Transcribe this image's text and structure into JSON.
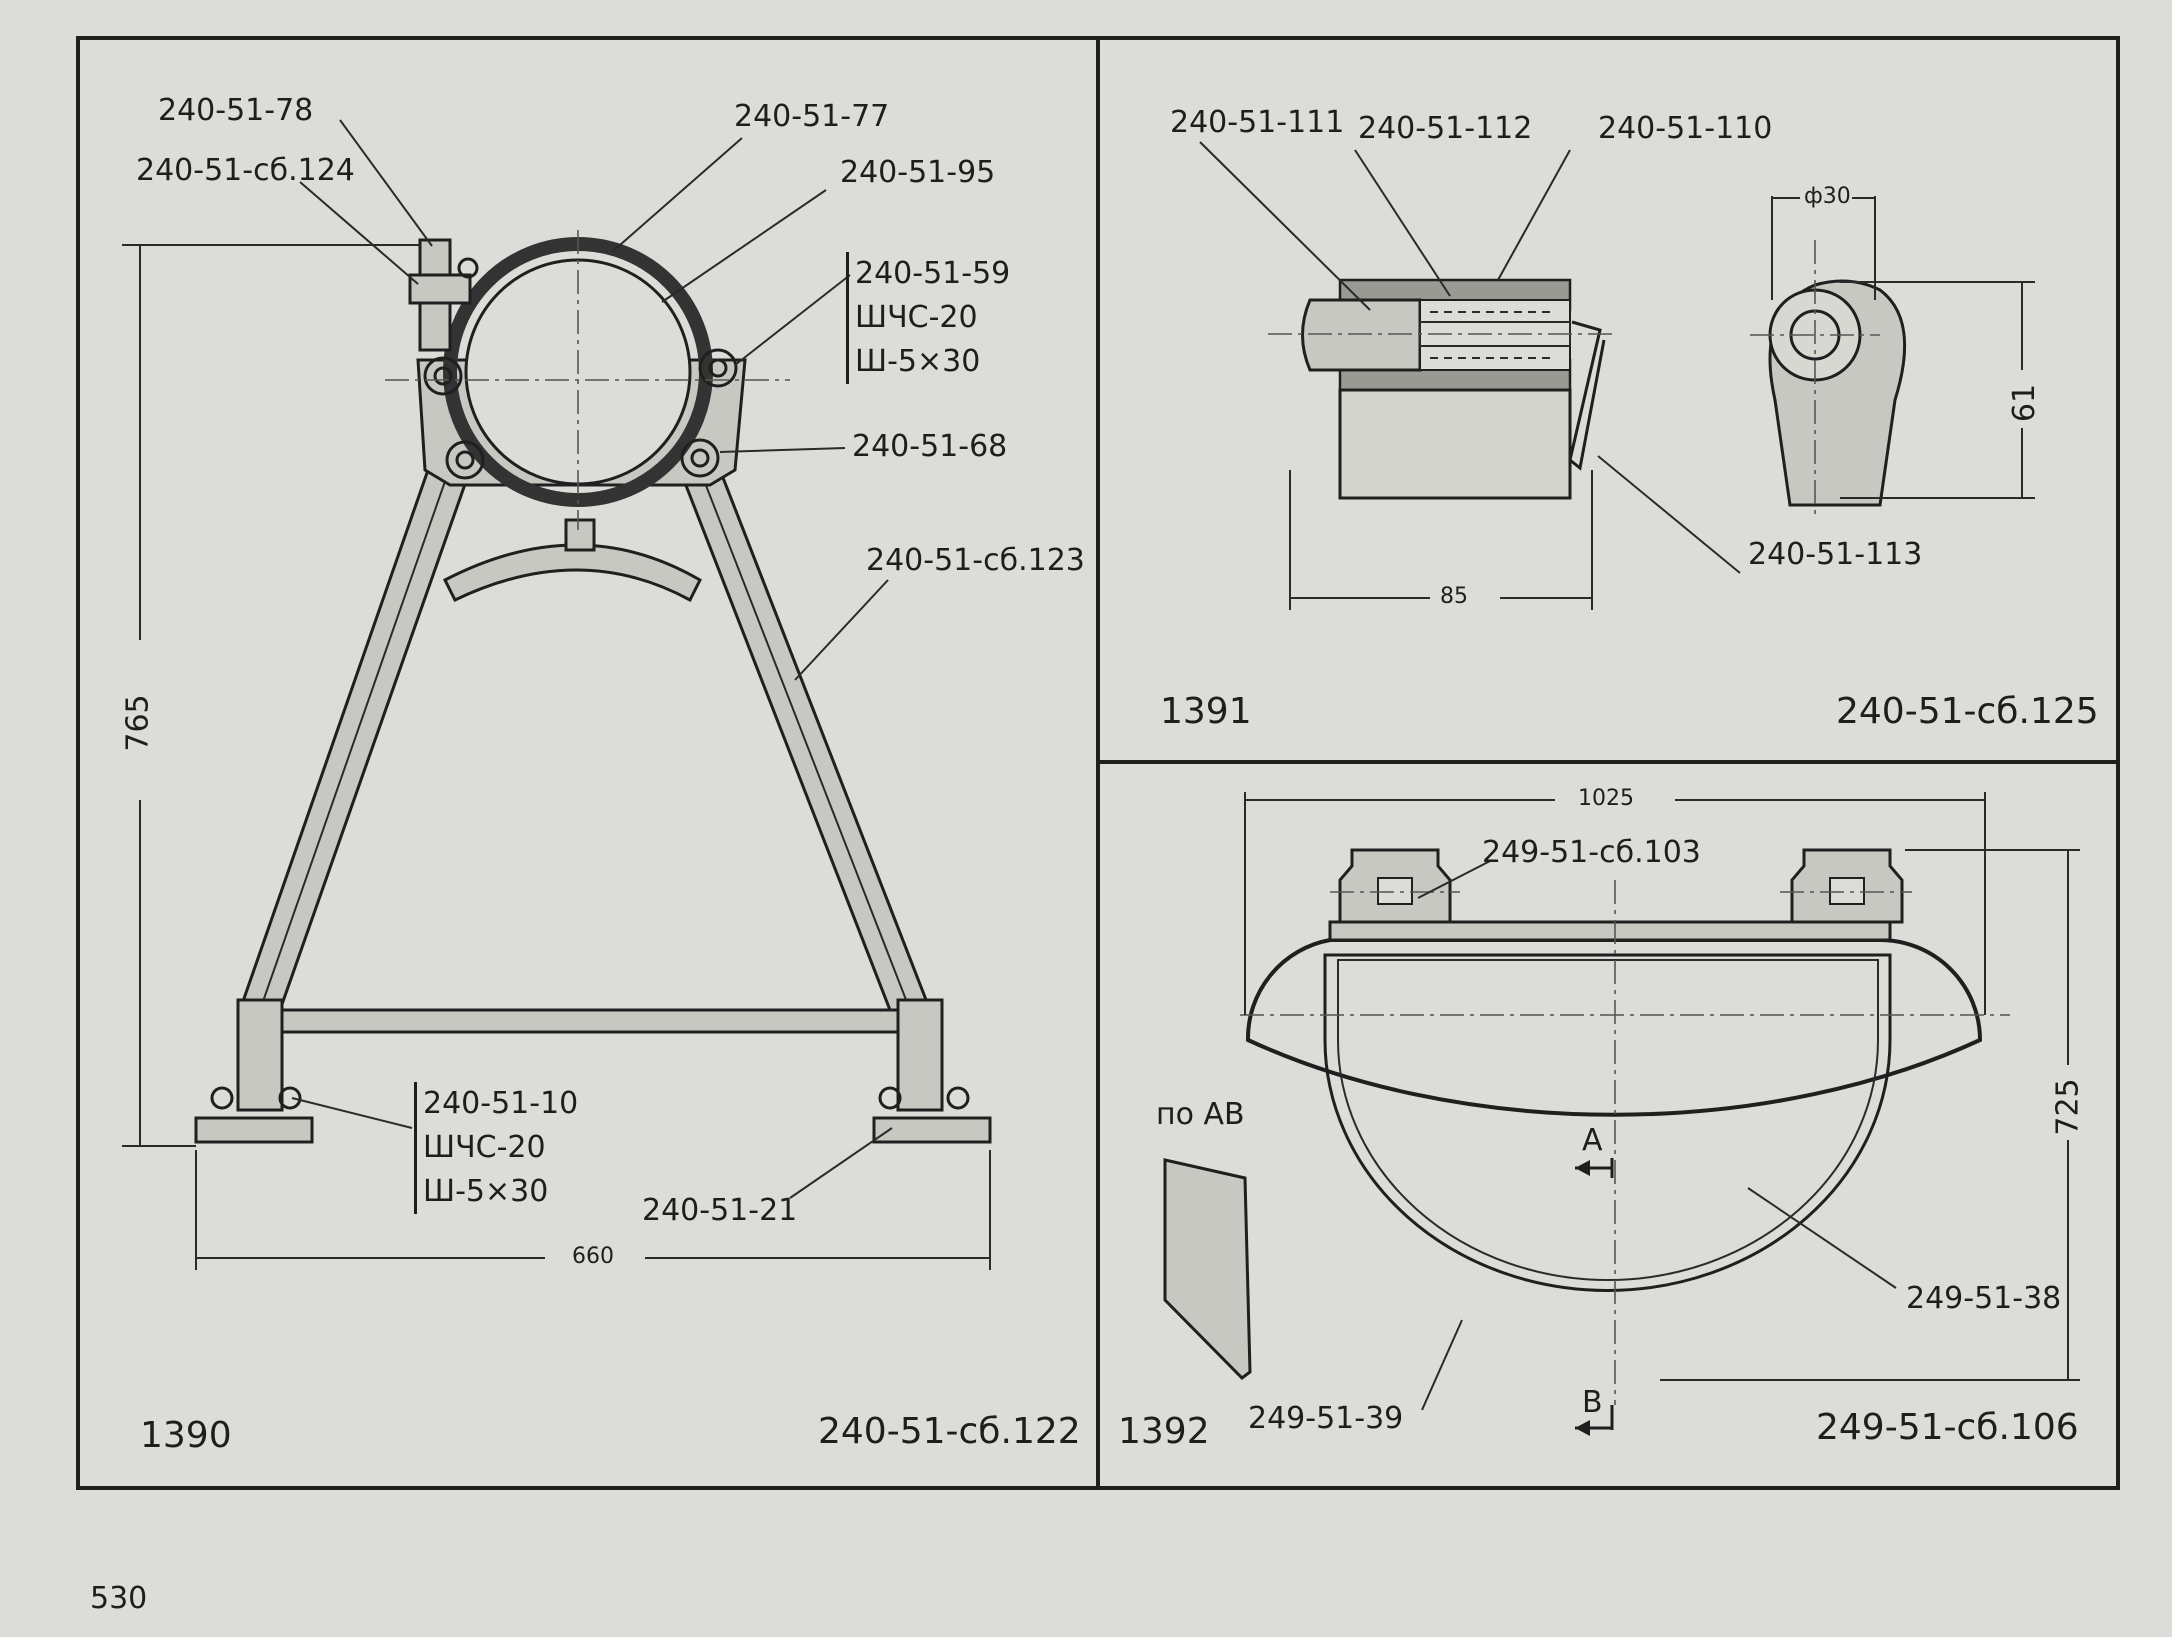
{
  "page_number": "530",
  "fig_1390": {
    "number": "1390",
    "assembly": "240-51-сб.122",
    "labels": {
      "p78": "240-51-78",
      "p124": "240-51-сб.124",
      "p77": "240-51-77",
      "p95": "240-51-95",
      "p59_stack": [
        "240-51-59",
        "ШЧС-20",
        "Ш-5×30"
      ],
      "p68": "240-51-68",
      "p123": "240-51-сб.123",
      "p10_stack": [
        "240-51-10",
        "ШЧС-20",
        "Ш-5×30"
      ],
      "p21": "240-51-21"
    },
    "dims": {
      "height": "765",
      "width": "660"
    }
  },
  "fig_1391": {
    "number": "1391",
    "assembly": "240-51-сб.125",
    "labels": {
      "p111": "240-51-111",
      "p112": "240-51-112",
      "p110": "240-51-110",
      "p113": "240-51-113"
    },
    "dims": {
      "dia": "ф30",
      "height": "61",
      "length": "85"
    }
  },
  "fig_1392": {
    "number": "1392",
    "assembly": "249-51-сб.106",
    "labels": {
      "p103": "249-51-сб.103",
      "p38": "249-51-38",
      "p39": "249-51-39",
      "section": "по АВ",
      "mark_a": "А",
      "mark_b": "В"
    },
    "dims": {
      "width": "1025",
      "height": "725"
    }
  }
}
